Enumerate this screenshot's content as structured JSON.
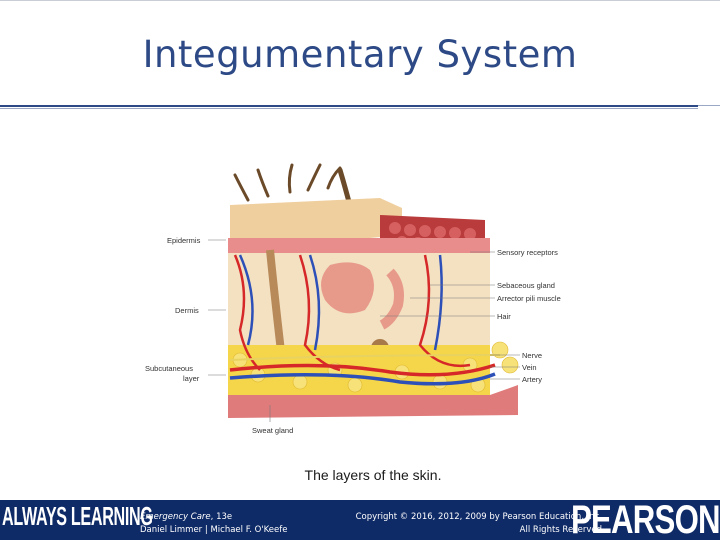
{
  "slide": {
    "title": "Integumentary System",
    "caption": "The layers of the skin."
  },
  "figure": {
    "labels": {
      "epidermis": "Epidermis",
      "dermis": "Dermis",
      "subcutaneous_1": "Subcutaneous",
      "subcutaneous_2": "layer",
      "sweat_gland": "Sweat gland",
      "sensory_receptors": "Sensory receptors",
      "sebaceous_gland": "Sebaceous gland",
      "arrector_pili": "Arrector pili muscle",
      "hair": "Hair",
      "nerve": "Nerve",
      "vein": "Vein",
      "artery": "Artery"
    }
  },
  "footer": {
    "brand_left": "ALWAYS LEARNING",
    "book_title": "Emergency Care",
    "book_edition": ", 13e",
    "authors": "Daniel Limmer | Michael F. O'Keefe",
    "copyright": "Copyright © 2016, 2012, 2009 by Pearson Education, Inc.",
    "rights": "All Rights Reserved",
    "brand_right": "PEARSON"
  },
  "colors": {
    "title": "#2d4a86",
    "footer_bg": "#0f2b67"
  }
}
